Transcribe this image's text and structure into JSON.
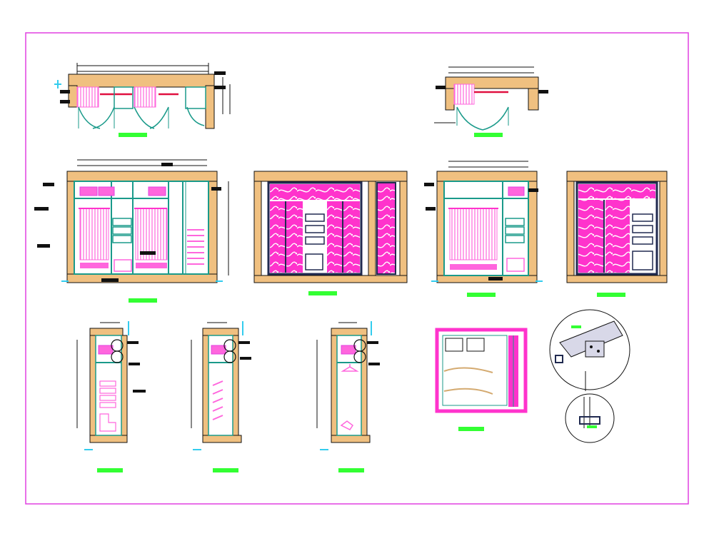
{
  "drawing": {
    "sheet_border_color": "#e040e0",
    "colors": {
      "wall": "#f0c080",
      "teal": "#1a9a8a",
      "magenta": "#ff33cc",
      "pink": "#ff66dd",
      "navy": "#202a50",
      "green_label": "#33ff33",
      "cyan": "#33ccee",
      "red": "#e01040",
      "dark": "#111111"
    },
    "views": [
      {
        "name": "plan-view-1"
      },
      {
        "name": "plan-view-2"
      },
      {
        "name": "elevation-internal-1"
      },
      {
        "name": "elevation-front-doors-1"
      },
      {
        "name": "elevation-internal-2"
      },
      {
        "name": "elevation-front-doors-2"
      },
      {
        "name": "section-a"
      },
      {
        "name": "section-b"
      },
      {
        "name": "section-c"
      },
      {
        "name": "detail-sliding-door"
      },
      {
        "name": "detail-callout-circle-1"
      },
      {
        "name": "detail-callout-circle-2"
      }
    ]
  }
}
